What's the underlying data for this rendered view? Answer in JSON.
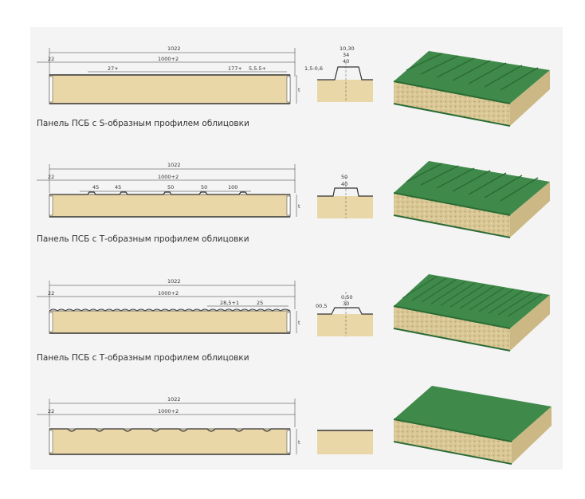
{
  "rows": [
    {
      "caption": "Панель ПСБ с S-образным профилем облицовки",
      "overall": "1022",
      "edge": "22",
      "inner": "1000+2",
      "thickness": "t",
      "top_dims": [
        "27+",
        "177+",
        "5,5.5+"
      ],
      "profile_dims": [
        "10,30",
        "34",
        "40",
        "1,5-0,6"
      ]
    },
    {
      "caption": "Панель ПСБ с Т-образным профилем облицовки",
      "overall": "1022",
      "edge": "22",
      "inner": "1000+2",
      "thickness": "t",
      "top_dims": [
        "45",
        "45",
        "50",
        "50",
        "100"
      ],
      "profile_dims": [
        "50",
        "40"
      ]
    },
    {
      "caption": "Панель ПСБ с Т-образным профилем облицовки",
      "overall": "1022",
      "edge": "22",
      "inner": "1000+2",
      "thickness": "t",
      "top_dims": [
        "28,5+1",
        "25"
      ],
      "profile_dims": [
        "0,50",
        "30",
        "00,5"
      ]
    },
    {
      "caption": "",
      "overall": "1022",
      "edge": "22",
      "inner": "1000+2",
      "thickness": "t",
      "top_dims": [],
      "profile_dims": []
    }
  ],
  "colors": {
    "core": "#e9d6a6",
    "core_edge": "#c9b27a",
    "green_top": "#3f8a4a",
    "green_dark": "#2b6b35",
    "wool": "#d8c89a"
  }
}
